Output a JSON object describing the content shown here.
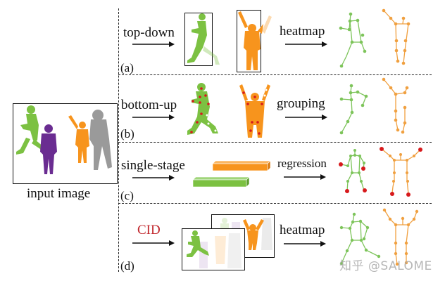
{
  "input": {
    "caption": "input image",
    "figures": [
      "green-runner",
      "purple-man",
      "orange-waving",
      "gray-woman"
    ]
  },
  "rows": [
    {
      "id": "a",
      "tag": "(a)",
      "method": "top-down",
      "step": "heatmap"
    },
    {
      "id": "b",
      "tag": "(b)",
      "method": "bottom-up",
      "step": "grouping"
    },
    {
      "id": "c",
      "tag": "(c)",
      "method": "single-stage",
      "step": "regression"
    },
    {
      "id": "d",
      "tag": "(d)",
      "method": "CID",
      "step": "heatmap"
    }
  ],
  "colors": {
    "green": "#7cc142",
    "orange": "#f7941d",
    "purple": "#6a2c91",
    "gray": "#9a9a9a",
    "keypoint_red": "#d7191c",
    "cid_red": "#c1272d",
    "skeleton_green": "#7dc45a",
    "skeleton_orange": "#f0a040"
  },
  "watermark": "知乎 @SALOME"
}
